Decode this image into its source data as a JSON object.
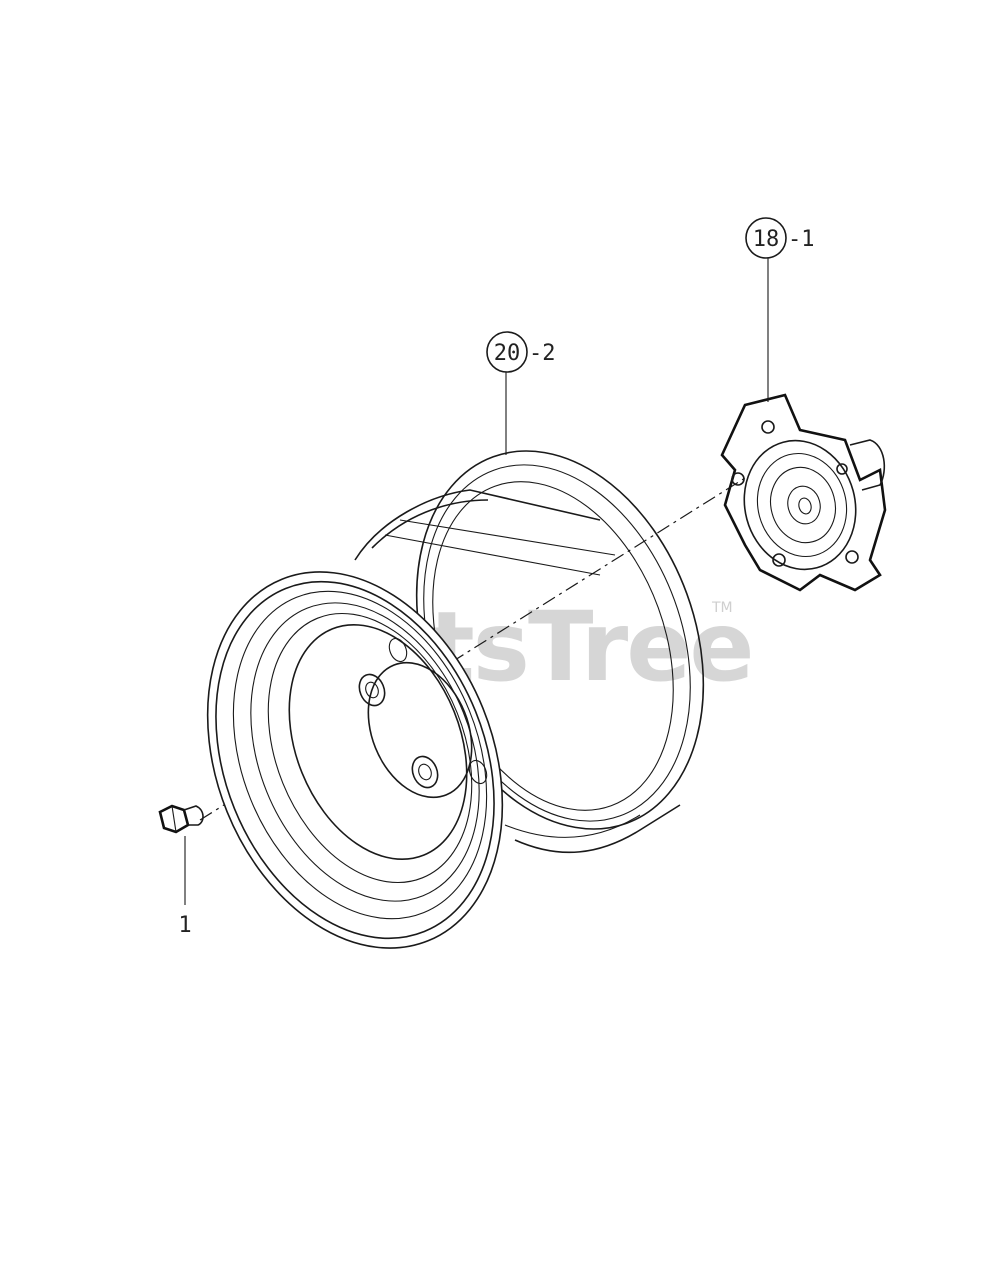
{
  "callouts": {
    "hub_ref": "18",
    "hub_qty": "-1",
    "rim_ref": "20",
    "rim_qty": "-2",
    "bolt_ref": "1"
  },
  "watermark": {
    "text": "PartsTree",
    "tm": "TM"
  },
  "colors": {
    "line": "#1a1a1a",
    "watermark": "#cfcfcf",
    "background": "#ffffff"
  }
}
